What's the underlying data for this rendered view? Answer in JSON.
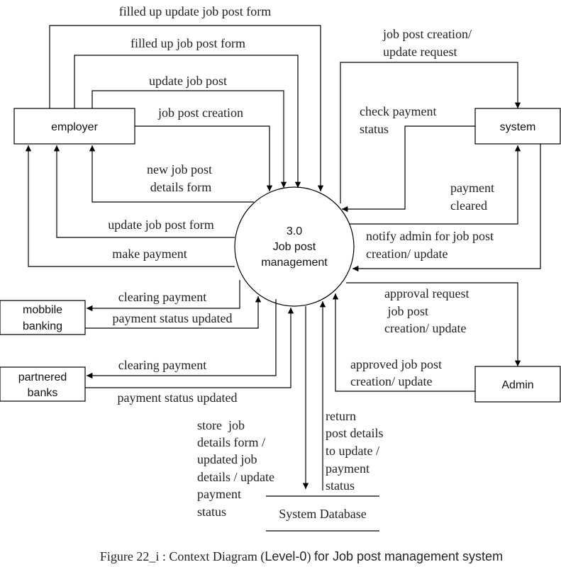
{
  "entities": {
    "employer": "employer",
    "system": "system",
    "mobile_banking": [
      "mobbile",
      "banking"
    ],
    "partnered_banks": [
      "partnered",
      "banks"
    ],
    "admin": "Admin"
  },
  "process": {
    "number": "3.0",
    "name_line1": "Job post",
    "name_line2": "management"
  },
  "data_store": "System Database",
  "flows": {
    "filled_update_form": "filled up update job post form",
    "filled_form": "filled up job post form",
    "update_job_post": "update job post",
    "job_post_creation": "job post creation",
    "new_details_form": [
      "new job post",
      "details form"
    ],
    "update_form": "update job post form",
    "make_payment": "make payment",
    "creation_update_request": [
      "job post creation/",
      "update request"
    ],
    "check_payment_status": [
      "check payment",
      "status"
    ],
    "payment_cleared": [
      "payment",
      "cleared"
    ],
    "notify_admin": [
      "notify admin for  job post",
      "creation/ update"
    ],
    "approval_request": [
      "approval request",
      " job post",
      "creation/ update"
    ],
    "approved": [
      "approved job post",
      "creation/ update"
    ],
    "mb_clearing": "clearing payment",
    "mb_status": "payment status updated",
    "pb_clearing": "clearing payment",
    "pb_status": "payment status updated",
    "store": [
      "store  job",
      "details form /",
      "updated job",
      "details / update",
      "payment",
      "status"
    ],
    "return": [
      "return",
      "post details",
      "to update /",
      "payment",
      "status"
    ]
  },
  "caption": {
    "serif_part": "Figure 22_i : Context Diagram (",
    "level": "Level-0",
    "close": ") ",
    "for_text": "for Job post management system"
  }
}
